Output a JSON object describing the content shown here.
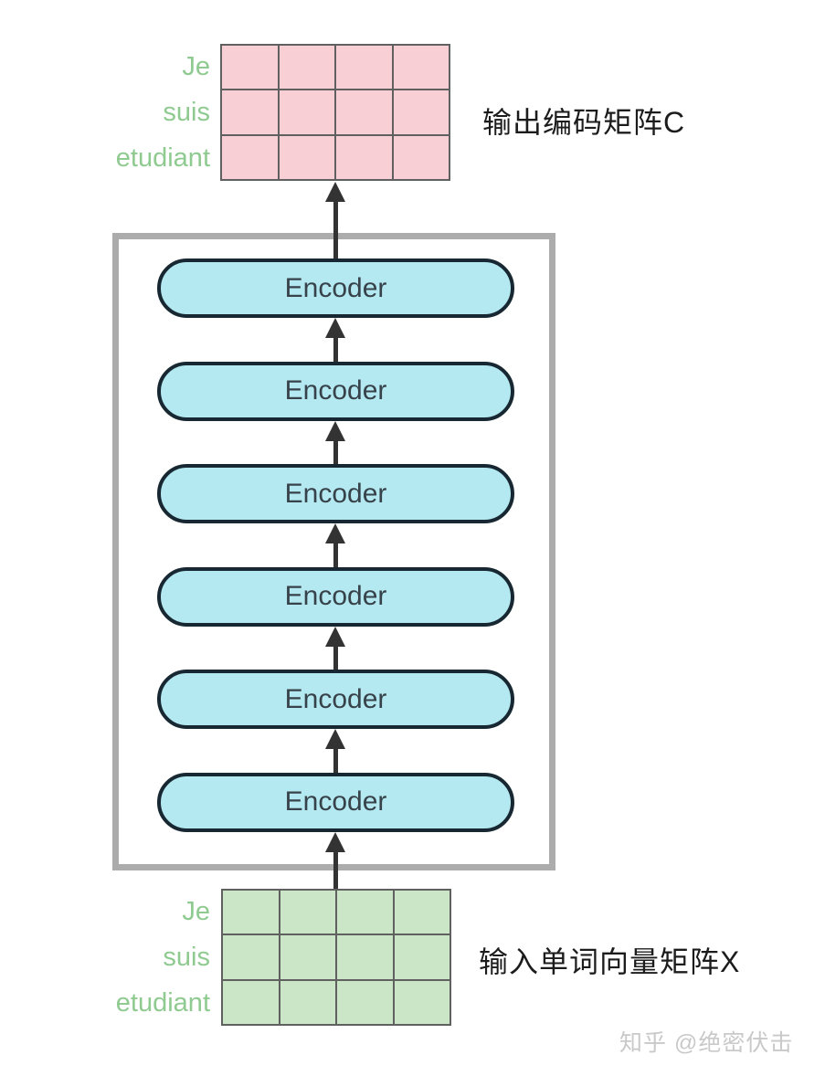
{
  "diagram": {
    "output_matrix": {
      "label": "输出编码矩阵C",
      "row_labels": [
        "Je",
        "suis",
        "etudiant"
      ],
      "rows": 3,
      "cols": 4,
      "cell_color": "#F9CFD6",
      "grid_line_color": "#606060"
    },
    "encoder_stack": {
      "items": [
        "Encoder",
        "Encoder",
        "Encoder",
        "Encoder",
        "Encoder",
        "Encoder"
      ],
      "box_fill": "#B4E9F1",
      "box_border": "#182832",
      "box_text_color": "#37424A",
      "container_border_color": "#ACACAC"
    },
    "input_matrix": {
      "label": "输入单词向量矩阵X",
      "row_labels": [
        "Je",
        "suis",
        "etudiant"
      ],
      "rows": 3,
      "cols": 4,
      "cell_color": "#CBE5C7",
      "grid_line_color": "#606060"
    },
    "row_label_color": "#8FCA90",
    "arrow_color": "#333333"
  },
  "watermark": {
    "text": "知乎 @绝密伏击"
  }
}
